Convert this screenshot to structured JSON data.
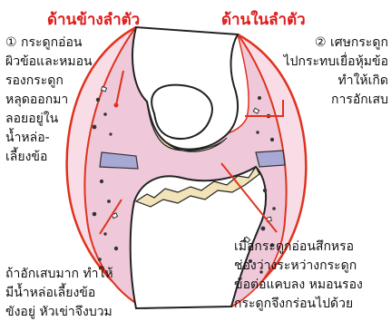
{
  "headings": {
    "left": "ด้านข้างลำตัว",
    "right": "ด้านในลำตัว"
  },
  "labels": {
    "cartilage_number": "①",
    "cartilage_text": "กระดูกอ่อน\nผิวข้อและหมอน\nรองกระดูก\nหลุดออกมา\nลอยอยู่ใน\nน้ำหล่อ-\nเลี้ยงข้อ",
    "debris_number": "②",
    "debris_text": "เศษกระดูก\nไปกระทบเยื่อหุ้มข้อ\nทำให้เกิด\nการอักเสบ",
    "swelling_text": "ถ้าอักเสบมาก ทำให้\nมีน้ำหล่อเลี้ยงข้อ\nขังอยู่ หัวเข่าจึงบวม",
    "wear_text": "เมื่อกระดูกอ่อนสึกหรอ\nช่องว่างระหว่างกระดูก\nข้อต่อแคบลง หมอนรอง\nกระดูกจึงกร่อนไปด้วย"
  },
  "colors": {
    "heading": "#e01a1a",
    "outline": "#e0321e",
    "capsule": "#f8dde6",
    "fluid": "#efc9d9",
    "bone": "#ffffff",
    "cartilage": "#f2e4b8",
    "meniscus": "#a7a8d4",
    "pointer": "#e0321e",
    "background_shadow": "#cfe3f2"
  }
}
